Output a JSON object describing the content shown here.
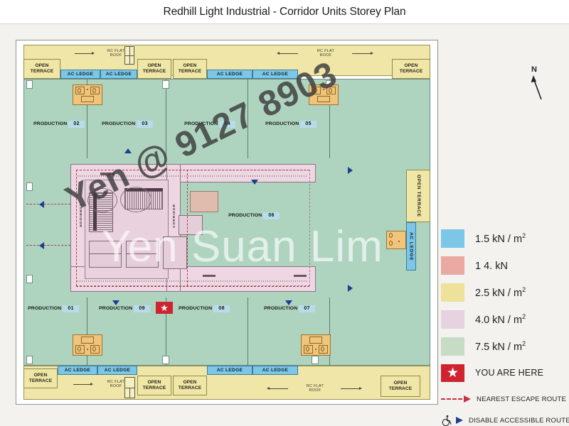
{
  "title": "Redhill Light Industrial - Corridor Units Storey Plan",
  "compass": {
    "label": "N",
    "icon": "north-arrow-icon"
  },
  "plan": {
    "units_top": [
      {
        "name": "PRODUCTION",
        "number": "02"
      },
      {
        "name": "PRODUCTION",
        "number": "03"
      },
      {
        "name": "PRODUCTION",
        "number": "04"
      },
      {
        "name": "PRODUCTION",
        "number": "05"
      }
    ],
    "units_bottom": [
      {
        "name": "PRODUCTION",
        "number": "01"
      },
      {
        "name": "PRODUCTION",
        "number": "09"
      },
      {
        "name": "PRODUCTION",
        "number": "08"
      },
      {
        "name": "PRODUCTION",
        "number": "07"
      }
    ],
    "unit_right": {
      "name": "PRODUCTION",
      "number": "06"
    },
    "corridor_label": "CORRIDOR",
    "roof_label": "RC  FLAT\nROOF",
    "roof_label_line1": "RC  FLAT",
    "roof_label_line2": "ROOF",
    "terrace_label_line1": "OPEN",
    "terrace_label_line2": "TERRACE",
    "terrace_label_vertical": "OPEN TERRACE",
    "ledge_label": "AC LEDGE",
    "you_are_here_marker": "★"
  },
  "watermarks": {
    "agent_contact": "Yen @ 9127 8903",
    "agent_name": "Yen Suan Lim"
  },
  "legend": {
    "loads": [
      {
        "color": "#7cc6e8",
        "label": "1.5 kN / m",
        "sup": "2"
      },
      {
        "color": "#eaa9a2",
        "label": "1 4. kN",
        "sup": ""
      },
      {
        "color": "#ece29a",
        "label": "2.5 kN / m",
        "sup": "2"
      },
      {
        "color": "#e7d3e0",
        "label": "4.0 kN / m",
        "sup": "2"
      },
      {
        "color": "#c6dcc5",
        "label": "7.5 kN / m",
        "sup": "2"
      }
    ],
    "you_are_here": {
      "label": "YOU ARE HERE",
      "color": "#cf2330",
      "icon": "star-icon"
    },
    "routes": [
      {
        "label": "NEAREST ESCAPE ROUTE",
        "color": "#c2333f",
        "icon": "arrow-right-icon"
      },
      {
        "label": "DISABLE ACCESSIBLE ROUTE",
        "color": "#1e3f90",
        "icon": "wheelchair-icon"
      }
    ]
  }
}
